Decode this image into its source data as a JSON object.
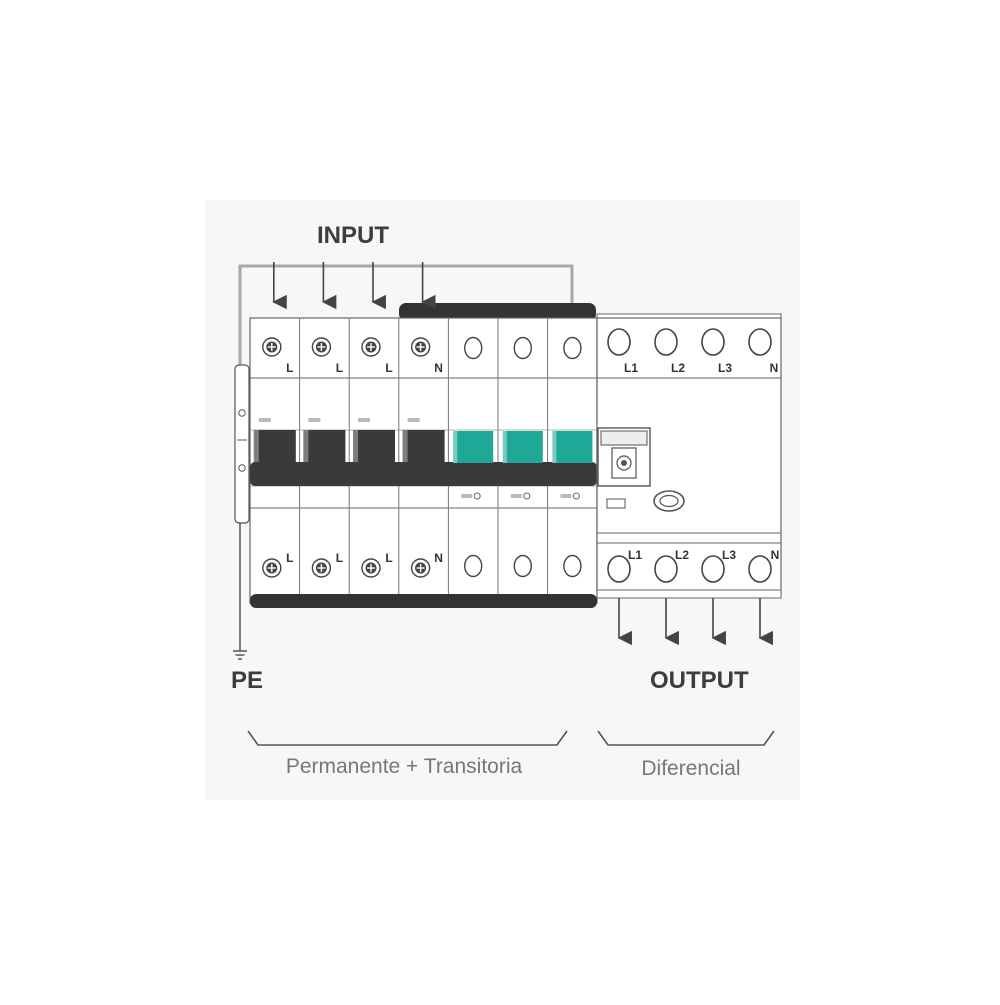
{
  "labels": {
    "input": "INPUT",
    "output": "OUTPUT",
    "pe": "PE",
    "group_left": "Permanente + Transitoria",
    "group_right": "Diferencial"
  },
  "breaker_terminals": [
    "L",
    "L",
    "L",
    "N"
  ],
  "rcd_terminals_top": [
    "L1",
    "L2",
    "L3",
    "N"
  ],
  "rcd_terminals_bottom": [
    "L1",
    "L2",
    "L3",
    "N"
  ],
  "colors": {
    "background": "#f7f7f7",
    "frame": "#ffffff",
    "line": "#555555",
    "dark_bar": "#333333",
    "handle_dark": "#3a3a3a",
    "handle_teal": "#1fa898",
    "wire": "#a8a8a8",
    "text": "#3d3d3d",
    "caption": "#777777"
  }
}
